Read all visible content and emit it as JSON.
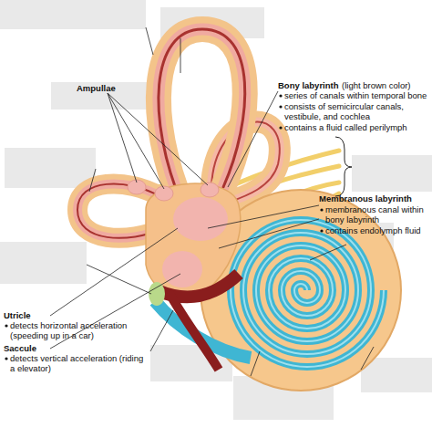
{
  "diagram": {
    "labels": [
      "Bony labyrinth",
      "(light brown color)",
      "series of canals within temporal bone",
      "consists of semicircular canals, vestibule, and cochlea",
      "contains a fluid called perilymph",
      "Ampullae",
      "Membranous labyrinth",
      "membranous canal within bony labyrinth",
      "contains endolymph fluid",
      "Utricle",
      "detects horizontal acceleration (speeding up in a car)",
      "Saccule",
      "detects vertical acceleration (riding a elevator)"
    ]
  }
}
